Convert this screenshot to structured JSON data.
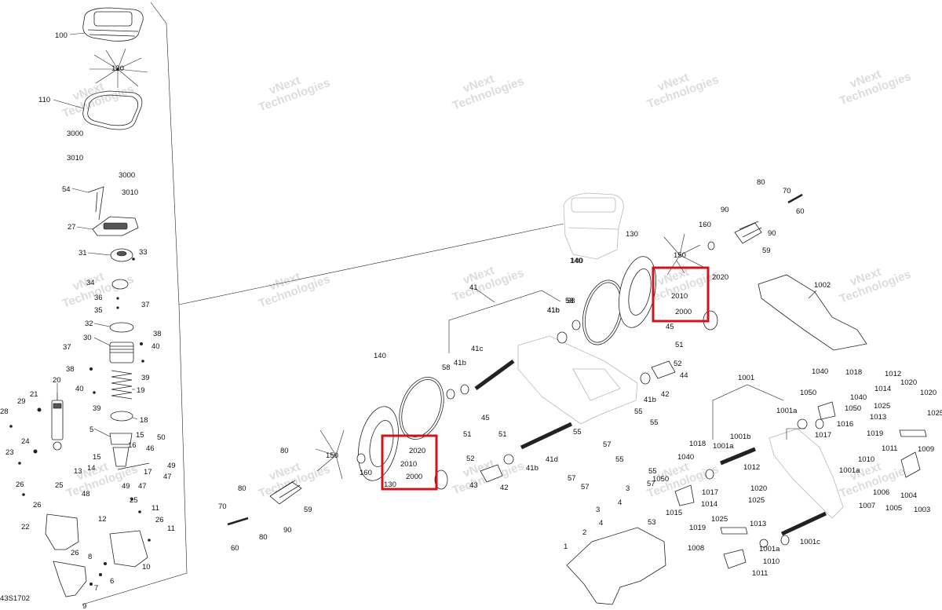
{
  "diagram": {
    "code": "43S1702",
    "watermark_lines": [
      "vNext",
      "Technologies"
    ],
    "labels": {
      "l100": "100",
      "l120": "120",
      "l110": "110",
      "l3000a": "3000",
      "l3010a": "3010",
      "l3000b": "3000",
      "l3010b": "3010",
      "l54": "54",
      "l27": "27",
      "l31": "31",
      "l33": "33",
      "l34": "34",
      "l36": "36",
      "l35": "35",
      "l37": "37",
      "l32": "32",
      "l30": "30",
      "l38a": "38",
      "l40a": "40",
      "l37b": "37",
      "l39a": "39",
      "l38b": "38",
      "l40b": "40",
      "l19": "19",
      "l39b": "39",
      "l18": "18",
      "l20": "20",
      "l21": "21",
      "l29": "29",
      "l28": "28",
      "l5": "5",
      "l15a": "15",
      "l16": "16",
      "l50": "50",
      "l24": "24",
      "l46": "46",
      "l23": "23",
      "l15b": "15",
      "l14": "14",
      "l13": "13",
      "l17": "17",
      "l49a": "49",
      "l47a": "47",
      "l26a": "26",
      "l25a": "25",
      "l48": "48",
      "l49b": "49",
      "l47b": "47",
      "l25b": "25",
      "l26b": "26",
      "l12": "12",
      "l11a": "11",
      "l26c": "26",
      "l22": "22",
      "l11b": "11",
      "l26d": "26",
      "l8": "8",
      "l10": "10",
      "l7": "7",
      "l6": "6",
      "l9": "9",
      "l41": "41",
      "l140a": "140",
      "l140b": "140",
      "l58a": "58",
      "l58b": "58",
      "l41b_1": "41b",
      "l41c": "41c",
      "l41b_2": "41b",
      "l45a": "45",
      "l51a": "51",
      "l51b": "51",
      "l52a": "52",
      "l2020a": "2020",
      "l2010a": "2010",
      "l2000a": "2000",
      "l130a": "130",
      "l160a": "160",
      "l150a": "150",
      "l80a": "80",
      "l70a": "70",
      "l60a": "60",
      "l80b": "80",
      "l90a": "90",
      "l59a": "59",
      "l43a": "43",
      "l42a": "42",
      "l41b_3": "41b",
      "l41d": "41d",
      "l55a": "55",
      "l57a": "57",
      "l55b": "55",
      "l57b": "57",
      "l130b": "130",
      "l140c": "140",
      "l58c": "58",
      "l41b_4": "41b",
      "l150b": "150",
      "l160b": "160",
      "l2020b": "2020",
      "l2010b": "2010",
      "l2000b": "2000",
      "l45b": "45",
      "l51c": "51",
      "l52b": "52",
      "l44": "44",
      "l41b_5": "41b",
      "l42b": "42",
      "l80c": "80",
      "l80d": "80",
      "l70b": "70",
      "l90b": "90",
      "l60b": "60",
      "l90c": "90",
      "l59b": "59",
      "l55c": "55",
      "l55d": "55",
      "l57c": "57",
      "l55e": "55",
      "l57d": "57",
      "l3a": "3",
      "l3b": "3",
      "l4a": "4",
      "l4b": "4",
      "l53": "53",
      "l2": "2",
      "l1": "1",
      "l1002": "1002",
      "l1001": "1001",
      "l1040a": "1040",
      "l1018a": "1018",
      "l1050a": "1050",
      "l1040b": "1040",
      "l1012a": "1012",
      "l1014a": "1014",
      "l1020a": "1020",
      "l1020b": "1020",
      "l1050b": "1050",
      "l1001a_1": "1001a",
      "l1017a": "1017",
      "l1016": "1016",
      "l1025a": "1025",
      "l1013a": "1013",
      "l1025b": "1025",
      "l1019a": "1019",
      "l1018b": "1018",
      "l1001b_1": "1001b",
      "l1001a_2": "1001a",
      "l1040c": "1040",
      "l1050c": "1050",
      "l1012b": "1012",
      "l1020c": "1020",
      "l1015": "1015",
      "l1017b": "1017",
      "l1014b": "1014",
      "l1025c": "1025",
      "l1013b": "1013",
      "l1019b": "1019",
      "l1011": "1011",
      "l1010": "1010",
      "l1009": "1009",
      "l1001a_3": "1001a",
      "l1001c": "1001c",
      "l1004": "1004",
      "l1007": "1007",
      "l1006": "1006",
      "l1005": "1005",
      "l1003": "1003",
      "l1008": "1008",
      "l1001a_4": "1001a",
      "l1010b": "1010",
      "l1011b": "1011"
    },
    "highlights": [
      {
        "name": "highlight-box-left",
        "covers": [
          "2020",
          "2010",
          "2000",
          "130"
        ]
      },
      {
        "name": "highlight-box-right",
        "covers": [
          "2020",
          "2010",
          "2000"
        ]
      }
    ]
  }
}
